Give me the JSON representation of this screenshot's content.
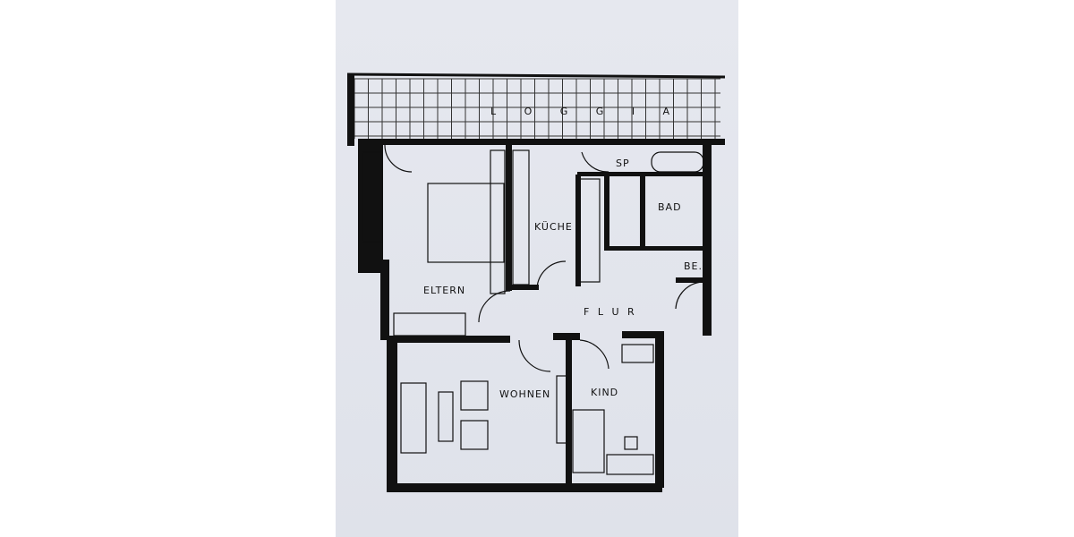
{
  "floor_plan": {
    "rooms": {
      "loggia": "L O G G I A",
      "eltern": "ELTERN",
      "kueche": "KÜCHE",
      "sp": "SP",
      "bad": "BAD",
      "be": "BE.",
      "flur": "F L U R",
      "wohnen": "WOHNEN",
      "kind": "KIND"
    },
    "colors": {
      "wall": "#111111",
      "paper": "#e4e7ee",
      "background": "#ffffff"
    }
  }
}
